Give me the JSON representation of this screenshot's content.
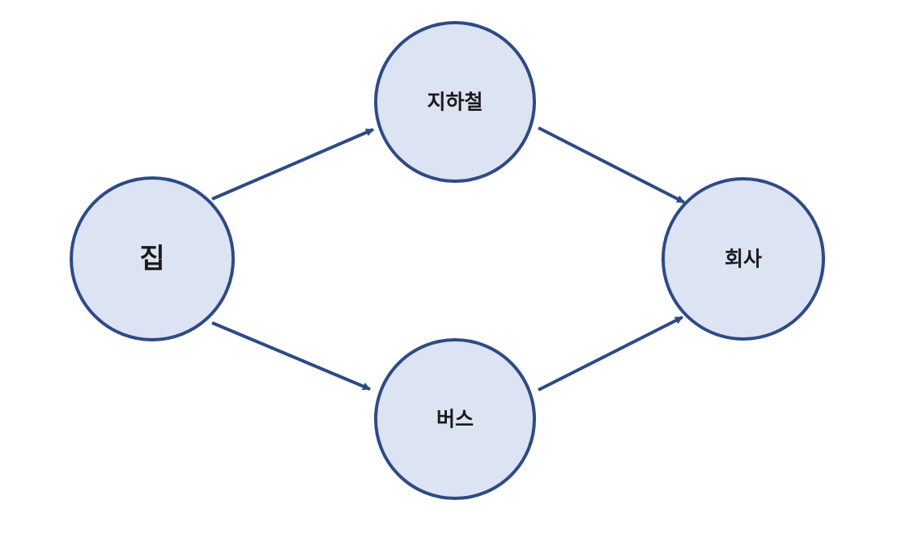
{
  "colors": {
    "node_fill": "#dce3f2",
    "node_stroke": "#2e4a86",
    "edge": "#2e4a86",
    "label_text": "#1a1a1a"
  },
  "nodes": {
    "home": {
      "label": "집"
    },
    "subway": {
      "label": "지하철"
    },
    "bus": {
      "label": "버스"
    },
    "company": {
      "label": "회사"
    }
  },
  "edges": [
    {
      "from": "home",
      "to": "subway"
    },
    {
      "from": "home",
      "to": "bus"
    },
    {
      "from": "subway",
      "to": "company"
    },
    {
      "from": "bus",
      "to": "company"
    }
  ]
}
